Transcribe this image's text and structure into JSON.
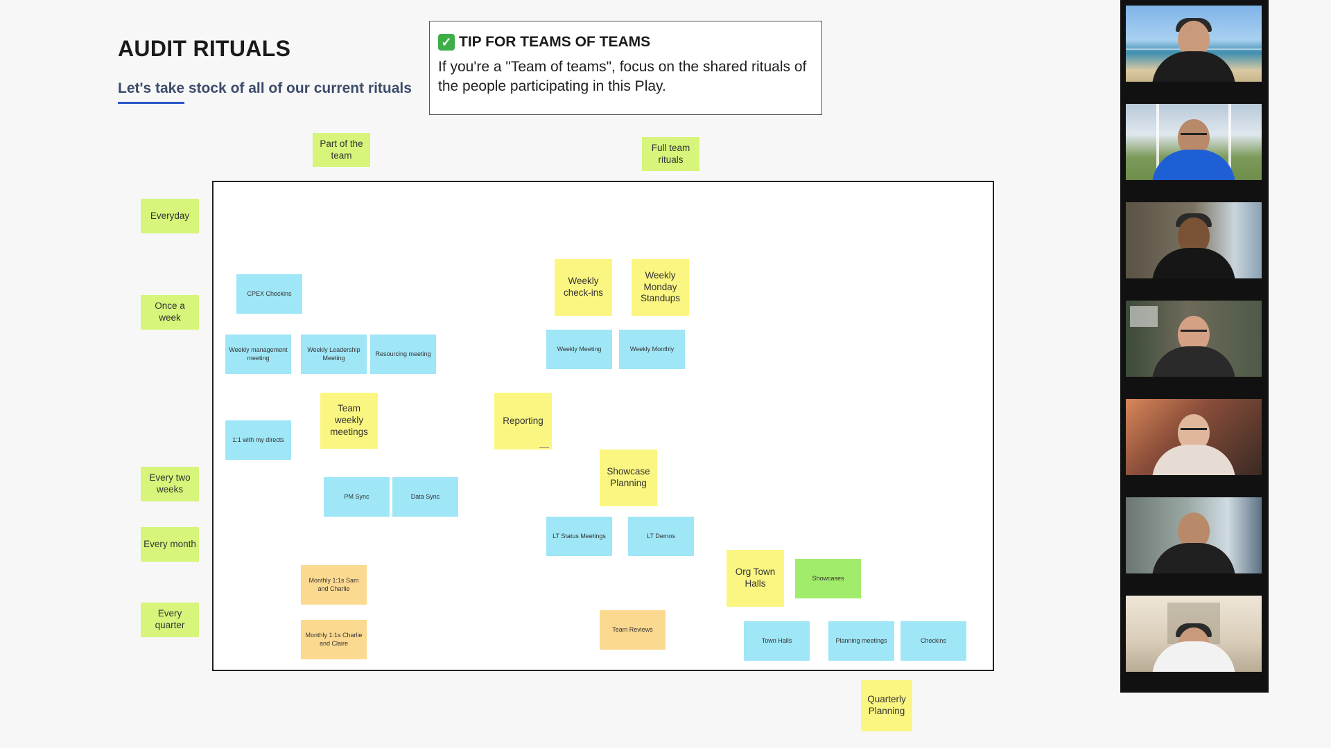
{
  "header": {
    "title": "AUDIT RITUALS",
    "subtitle": "Let's take stock of all of our current rituals"
  },
  "tip": {
    "icon": "check-mark-icon",
    "icon_glyph": "✓",
    "title": "TIP FOR TEAMS OF TEAMS",
    "body": "If you're a \"Team of teams\", focus on the shared rituals of the people participating in this Play."
  },
  "axis_labels": {
    "part_of_team": "Part of the team",
    "full_team": "Full team rituals",
    "everyday": "Everyday",
    "once_a_week": "Once a week",
    "every_two_weeks": "Every two weeks",
    "every_month": "Every month",
    "every_quarter": "Every quarter"
  },
  "board": {
    "notes": {
      "cpex_checkins": "CPEX Checkins",
      "weekly_management": "Weekly management meeting",
      "weekly_leadership": "Weekly Leadership Meeting",
      "resourcing": "Resourcing meeting",
      "one_on_one": "1:1 with my directs",
      "team_weekly": "Team weekly meetings",
      "pm_sync": "PM Sync",
      "data_sync": "Data Sync",
      "monthly_sam_charlie": "Monthly 1:1s Sam and Charlie",
      "monthly_charlie_claire": "Monthly 1:1s Charlie and Claire",
      "weekly_checkins": "Weekly check-ins",
      "weekly_monday": "Weekly Monday Standups",
      "weekly_meeting": "Weekly Meeting",
      "weekly_monthly": "Weekly Monthly",
      "reporting": "Reporting",
      "showcase_planning": "Showcase Planning",
      "lt_status": "LT Status Meetings",
      "lt_demos": "LT Demos",
      "team_reviews": "Team Reviews",
      "org_town_halls": "Org Town Halls",
      "showcases": "Showcases",
      "town_halls": "Town Halls",
      "planning_meetings": "Planning meetings",
      "checkins": "Checkins"
    },
    "outside_notes": {
      "quarterly_planning": "Quarterly Planning"
    }
  },
  "colors": {
    "lime": "#d6f57a",
    "yellow": "#fbf681",
    "blue": "#9fe6f7",
    "orange": "#fcd990",
    "green": "#a2ec6b",
    "accent_underline": "#2b57c7"
  },
  "participants": [
    {
      "id": "participant-1"
    },
    {
      "id": "participant-2"
    },
    {
      "id": "participant-3"
    },
    {
      "id": "participant-4"
    },
    {
      "id": "participant-5"
    },
    {
      "id": "participant-6"
    },
    {
      "id": "participant-7"
    }
  ]
}
